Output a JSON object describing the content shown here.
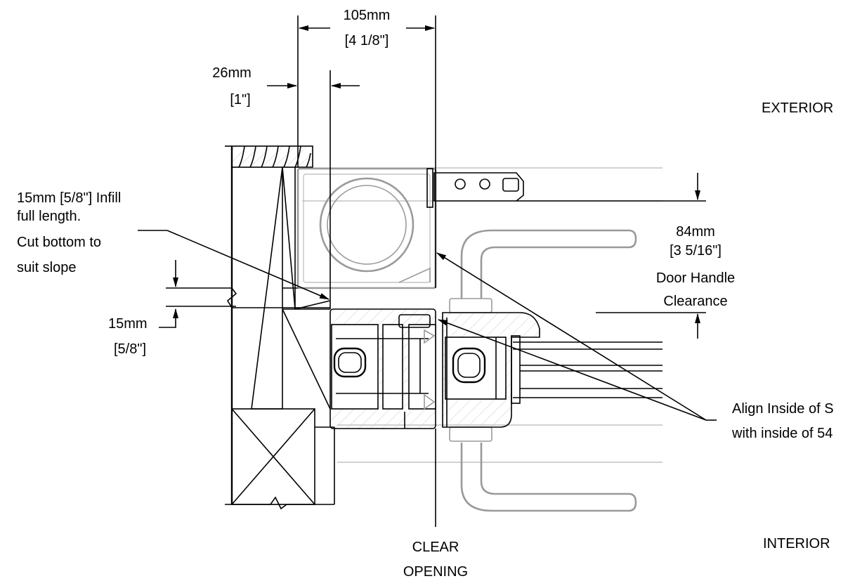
{
  "diagram": {
    "dim_width": {
      "metric": "105mm",
      "imperial": "[4 1/8\"]"
    },
    "dim_offset": {
      "metric": "26mm",
      "imperial": "[1\"]"
    },
    "note_infill": {
      "line1": "15mm [5/8\"] Infill",
      "line2": "full length.",
      "line3": "Cut bottom to",
      "line4": "suit slope"
    },
    "dim_infill": {
      "metric": "15mm",
      "imperial": "[5/8\"]"
    },
    "dim_handle": {
      "metric": "84mm",
      "imperial": "[3 5/16\"]",
      "line1": "Door Handle",
      "line2": "Clearance"
    },
    "note_align": {
      "line1": "Align Inside of S",
      "line2": "with inside of 54"
    },
    "label_exterior": "EXTERIOR",
    "label_interior": "INTERIOR",
    "label_clear": {
      "line1": "CLEAR",
      "line2": "OPENING"
    }
  },
  "colors": {
    "line": "#000000",
    "gray": "#9a9a9a",
    "light": "#c4c4c4"
  }
}
